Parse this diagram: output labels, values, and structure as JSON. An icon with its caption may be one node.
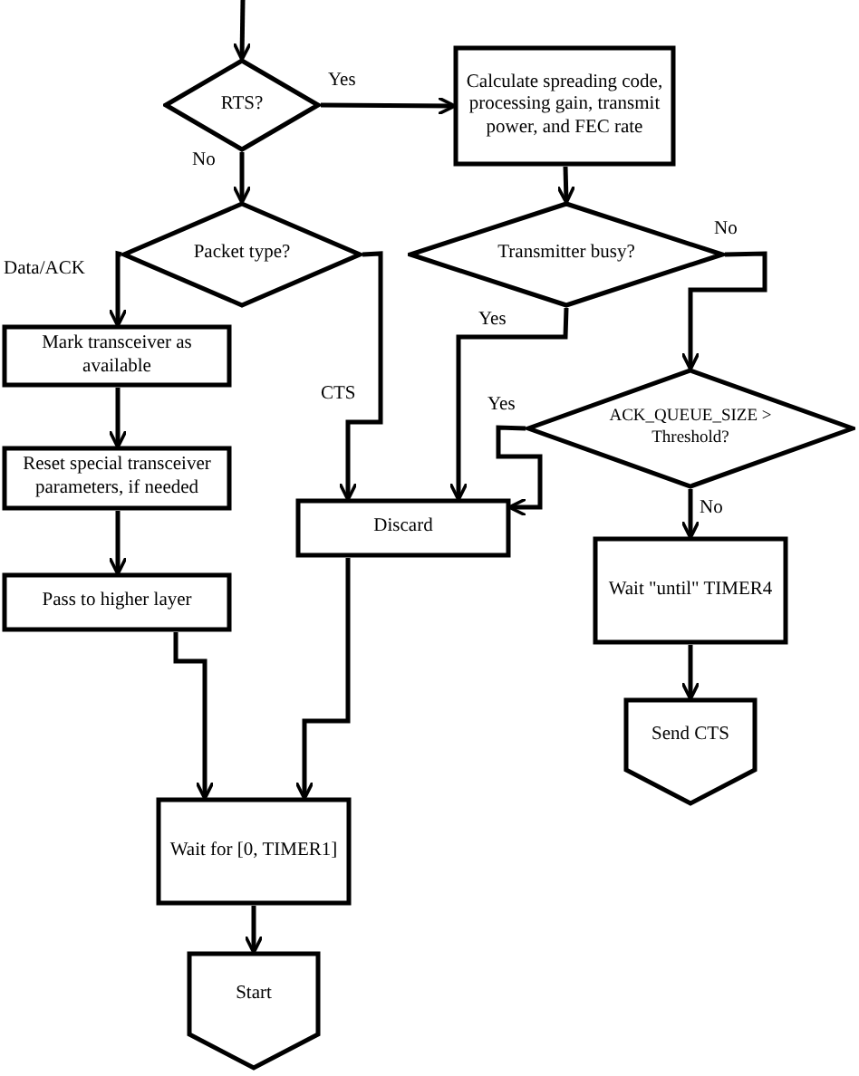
{
  "diagram": {
    "nodes": [
      {
        "text": [
          "RTS?"
        ]
      },
      {
        "text": [
          "Calculate spreading code, processing gain, transmit power, and FEC rate"
        ]
      },
      {
        "text": [
          "Packet type?"
        ]
      },
      {
        "text": [
          "Transmitter busy?"
        ]
      },
      {
        "text": [
          "Mark transceiver as available"
        ]
      },
      {
        "text": [
          "ACK_QUEUE_SIZE > Threshold?"
        ]
      },
      {
        "text": [
          "Reset special transceiver parameters, if needed"
        ]
      },
      {
        "text": [
          "Discard"
        ]
      },
      {
        "text": [
          "Wait \"until\" TIMER4"
        ]
      },
      {
        "text": [
          "Pass to higher layer"
        ]
      },
      {
        "text": [
          "Send CTS"
        ]
      },
      {
        "text": [
          "Wait for [0, TIMER1]"
        ]
      },
      {
        "text": [
          "Start"
        ]
      }
    ],
    "edges": [
      {
        "from": null,
        "to": 0,
        "arrow": "to"
      },
      {
        "from": 0,
        "to": 1,
        "arrow": "to",
        "label": "Yes"
      },
      {
        "from": 0,
        "to": 2,
        "arrow": "to",
        "label": "No"
      },
      {
        "from": 2,
        "to": 4,
        "arrow": "to",
        "label": "Data/ACK"
      },
      {
        "from": 2,
        "to": 7,
        "arrow": "to",
        "label": "CTS"
      },
      {
        "from": 1,
        "to": 3,
        "arrow": "to"
      },
      {
        "from": 3,
        "to": 7,
        "arrow": "to",
        "label": "Yes"
      },
      {
        "from": 3,
        "to": 5,
        "arrow": "to",
        "label": "No"
      },
      {
        "from": 5,
        "to": 7,
        "arrow": "to",
        "label": "Yes"
      },
      {
        "from": 5,
        "to": 8,
        "arrow": "to",
        "label": "No"
      },
      {
        "from": 4,
        "to": 6,
        "arrow": "to"
      },
      {
        "from": 6,
        "to": 9,
        "arrow": "to"
      },
      {
        "from": 9,
        "to": 11,
        "arrow": "to"
      },
      {
        "from": 7,
        "to": 11,
        "arrow": "to"
      },
      {
        "from": 8,
        "to": 10,
        "arrow": "to"
      },
      {
        "from": 11,
        "to": 12,
        "arrow": "to"
      }
    ]
  }
}
